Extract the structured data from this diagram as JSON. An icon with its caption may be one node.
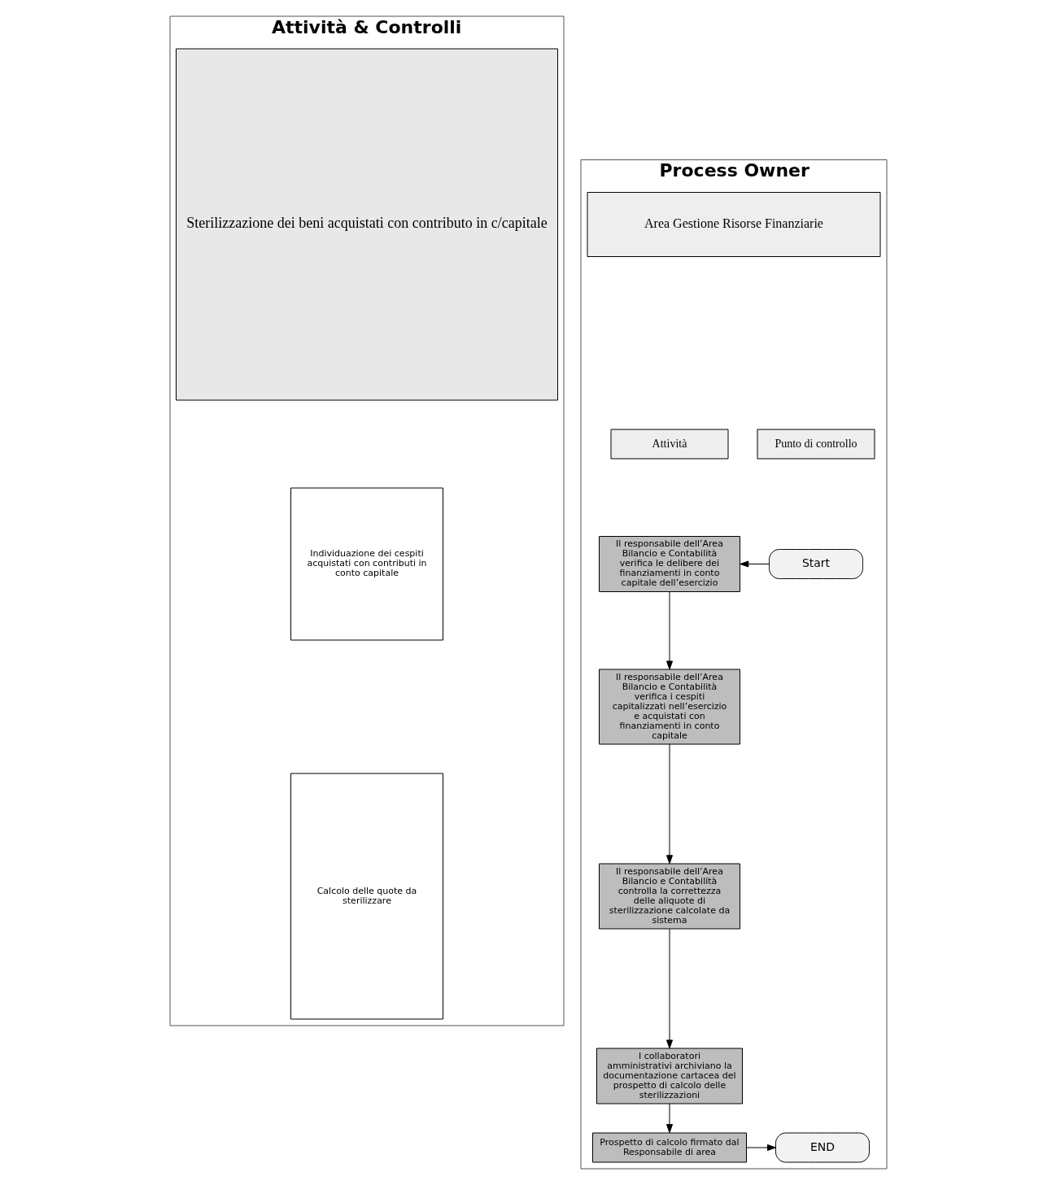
{
  "diagram": {
    "nodes": [
      {
        "text": [
          "Attività & Controlli"
        ]
      },
      {
        "text": [
          "Process Owner"
        ]
      },
      {
        "text": [
          "Sterilizzazione dei beni acquistati con contributo in c/capitale"
        ],
        "in": 0
      },
      {
        "text": [
          "Individuazione dei cespiti acquistati con contributi in conto capitale"
        ],
        "in": 0
      },
      {
        "text": [
          "Calcolo delle quote da sterilizzare"
        ],
        "in": 0
      },
      {
        "text": [
          "Area Gestione Risorse Finanziarie"
        ],
        "in": 1
      },
      {
        "text": [
          "Attività"
        ],
        "in": 1
      },
      {
        "text": [
          "Punto di controllo"
        ],
        "in": 1
      },
      {
        "text": [
          "Start"
        ],
        "in": 1
      },
      {
        "text": [
          "Il responsabile dell’Area Bilancio e Contabilità verifica le delibere dei finanziamenti in conto capitale dell’esercizio"
        ],
        "in": 1
      },
      {
        "text": [
          "Il responsabile dell’Area Bilancio e Contabilità verifica i cespiti capitalizzati nell’esercizio e acquistati con finanziamenti in conto capitale"
        ],
        "in": 1
      },
      {
        "text": [
          "Il responsabile dell’Area Bilancio e Contabilità controlla la correttezza delle aliquote di sterilizzazione calcolate da sistema"
        ],
        "in": 1
      },
      {
        "text": [
          "I collaboratori amministrativi archiviano la documentazione cartacea del prospetto di calcolo delle sterilizzazioni"
        ],
        "in": 1
      },
      {
        "text": [
          "Prospetto di calcolo firmato dal Responsabile di area"
        ],
        "in": 1
      },
      {
        "text": [
          "END"
        ],
        "in": 1
      }
    ],
    "edges": [
      {
        "from": 8,
        "to": 9,
        "arrow": "to"
      },
      {
        "from": 9,
        "to": 10,
        "arrow": "to"
      },
      {
        "from": 10,
        "to": 11,
        "arrow": "to"
      },
      {
        "from": 11,
        "to": 12,
        "arrow": "to"
      },
      {
        "from": 12,
        "to": 13,
        "arrow": "to"
      },
      {
        "from": 13,
        "to": 14,
        "arrow": "to"
      }
    ]
  }
}
